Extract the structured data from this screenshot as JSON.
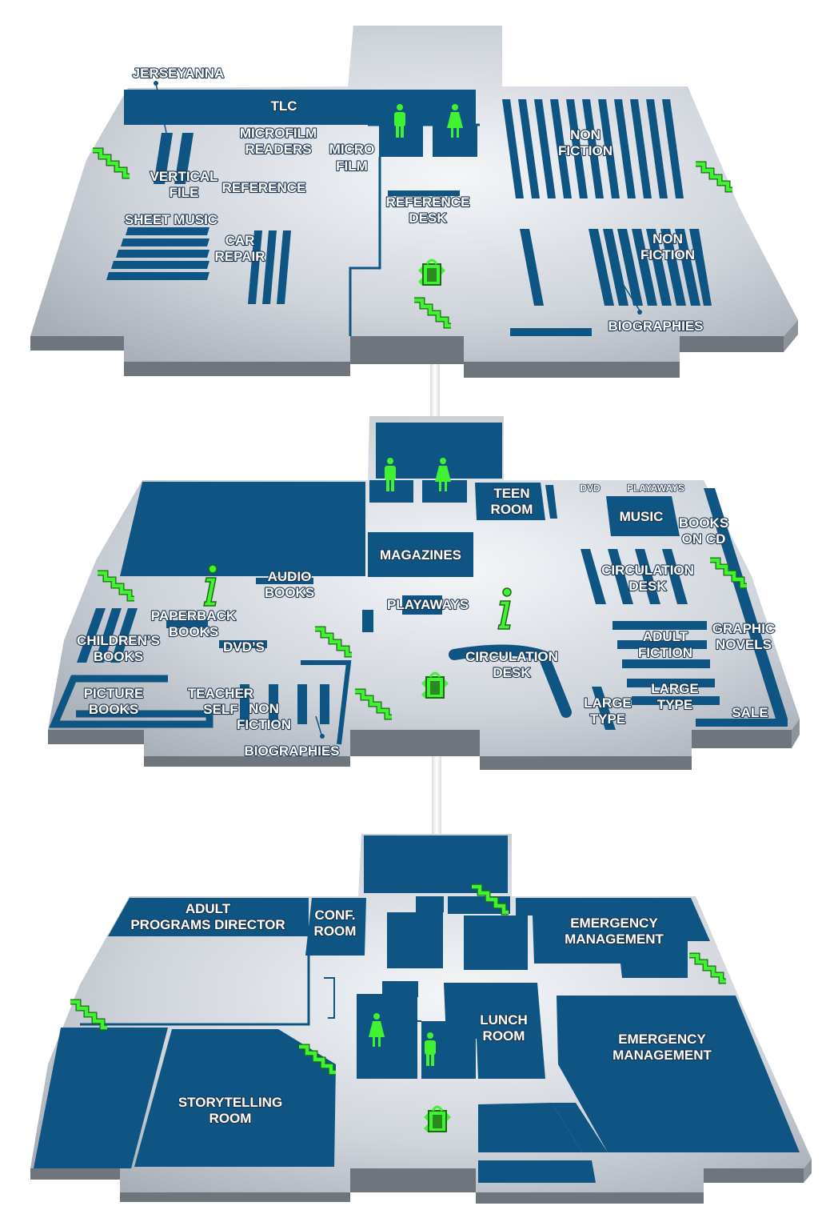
{
  "floors": [
    {
      "name": "upper",
      "labels": {
        "jerseyanna": "JERSEYANNA",
        "tlc": "TLC",
        "microfilm_readers_1": "MICROFILM",
        "microfilm_readers_2": "READERS",
        "micro_film_1": "MICRO",
        "micro_film_2": "FILM",
        "vertical_file_1": "VERTICAL",
        "vertical_file_2": "FILE",
        "reference": "REFERENCE",
        "sheet_music": "SHEET MUSIC",
        "car_repair_1": "CAR",
        "car_repair_2": "REPAIR",
        "reference_desk_1": "REFERENCE",
        "reference_desk_2": "DESK",
        "non_fiction_a_1": "NON",
        "non_fiction_a_2": "FICTION",
        "non_fiction_b_1": "NON",
        "non_fiction_b_2": "FICTION",
        "biographies": "BIOGRAPHIES"
      }
    },
    {
      "name": "middle",
      "labels": {
        "teen_room_1": "TEEN",
        "teen_room_2": "ROOM",
        "dvd": "DVD",
        "playaways_top": "PLAYAWAYS",
        "music": "MUSIC",
        "books_on_cd_1": "BOOKS",
        "books_on_cd_2": "ON CD",
        "magazines": "MAGAZINES",
        "audio_books_1": "AUDIO",
        "audio_books_2": "BOOKS",
        "playaways": "PLAYAWAYS",
        "circulation_desk_right_1": "CIRCULATION",
        "circulation_desk_right_2": "DESK",
        "paperback_books_1": "PAPERBACK",
        "paperback_books_2": "BOOKS",
        "childrens_books_1": "CHILDREN’S",
        "childrens_books_2": "BOOKS",
        "dvds": "DVD’S",
        "circulation_desk_1": "CIRCULATION",
        "circulation_desk_2": "DESK",
        "adult_fiction_1": "ADULT",
        "adult_fiction_2": "FICTION",
        "graphic_novels_1": "GRAPHIC",
        "graphic_novels_2": "NOVELS",
        "picture_books_1": "PICTURE",
        "picture_books_2": "BOOKS",
        "teacher_self_1": "TEACHER",
        "teacher_self_2": "SELF",
        "non_fiction_1": "NON",
        "non_fiction_2": "FICTION",
        "large_type_a_1": "LARGE",
        "large_type_a_2": "TYPE",
        "large_type_b_1": "LARGE",
        "large_type_b_2": "TYPE",
        "sale": "SALE",
        "biographies": "BIOGRAPHIES"
      }
    },
    {
      "name": "lower",
      "labels": {
        "adult_programs_1": "ADULT",
        "adult_programs_2": "PROGRAMS DIRECTOR",
        "conf_room_1": "CONF.",
        "conf_room_2": "ROOM",
        "emergency_mgmt_a_1": "EMERGENCY",
        "emergency_mgmt_a_2": "MANAGEMENT",
        "lunch_room_1": "LUNCH",
        "lunch_room_2": "ROOM",
        "emergency_mgmt_b_1": "EMERGENCY",
        "emergency_mgmt_b_2": "MANAGEMENT",
        "storytelling_room_1": "STORYTELLING",
        "storytelling_room_2": "ROOM"
      }
    }
  ],
  "icons": [
    "stairs-icon",
    "elevator-icon",
    "restroom-men-icon",
    "restroom-women-icon",
    "information-icon"
  ],
  "colors": {
    "room": "#0e5583",
    "floor": "#c9ced6",
    "accent": "#33e02a"
  }
}
